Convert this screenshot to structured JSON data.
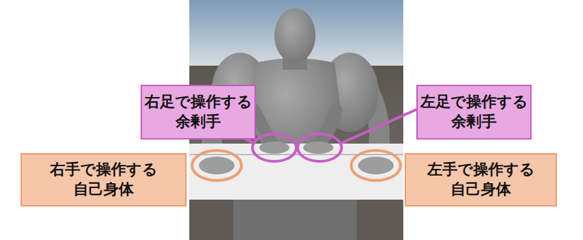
{
  "diagram": {
    "nodes": [
      {
        "text": [
          "右足で操作する 余剰手"
        ]
      },
      {
        "text": [
          "左足で操作する 余剰手"
        ]
      },
      {
        "text": [
          "右手で操作する 自己身体"
        ]
      },
      {
        "text": [
          "左手で操作する 自己身体"
        ]
      }
    ]
  }
}
